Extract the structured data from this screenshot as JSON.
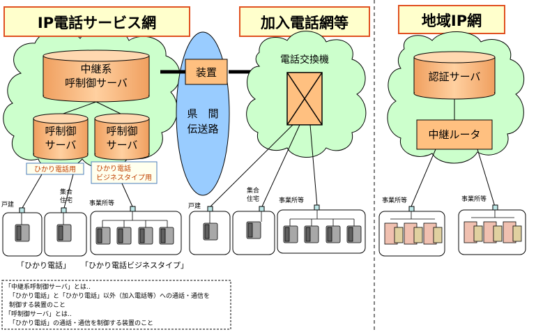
{
  "titles": {
    "ip_network": "IP電話サービス網",
    "subscriber_network": "加入電話網等",
    "regional_ip_network": "地域IP網"
  },
  "left": {
    "relay_server_line1": "中継系",
    "relay_server_line2": "呼制御サーバ",
    "call_server_a_line1": "呼制御",
    "call_server_a_line2": "サーバ",
    "call_server_b_line1": "呼制御",
    "call_server_b_line2": "サーバ",
    "tag_hikari": "ひかり電話用",
    "tag_business_line1": "ひかり電話",
    "tag_business_line2": "ビジネスタイプ用",
    "label_house": "戸建",
    "label_apartment_line1": "集合",
    "label_apartment_line2": "住宅",
    "label_office": "事業所等",
    "caption_hikari": "「ひかり電話」",
    "caption_business": "「ひかり電話ビジネスタイプ」"
  },
  "center": {
    "device": "装置",
    "transmission_line1": "県　間",
    "transmission_line2": "伝送路",
    "exchange": "電話交換機",
    "label_house": "戸建",
    "label_apartment_line1": "集合",
    "label_apartment_line2": "住宅",
    "label_office": "事業所等"
  },
  "right": {
    "auth_server": "認証サーバ",
    "relay_router": "中継ルータ",
    "label_office_a": "事業所等",
    "label_office_b": "事業所等"
  },
  "notes": {
    "line1": "「中継系呼制御サーバ」とは‥",
    "line2": "「ひかり電話」と「ひかり電話」以外（加入電話等）への通話・通信を",
    "line3": "制御する装置のこと",
    "line4": "「呼制御サーバ」とは‥",
    "line5": "「ひかり電話」の通話・通信を制御する装置のこと"
  },
  "colors": {
    "cloud": "#ccffcc",
    "server_fill": "#ffc080",
    "title_fill": "#ffffcc",
    "title_border": "#e05020",
    "transmission": "#99ccff",
    "tag_border": "#4a7ebb"
  }
}
